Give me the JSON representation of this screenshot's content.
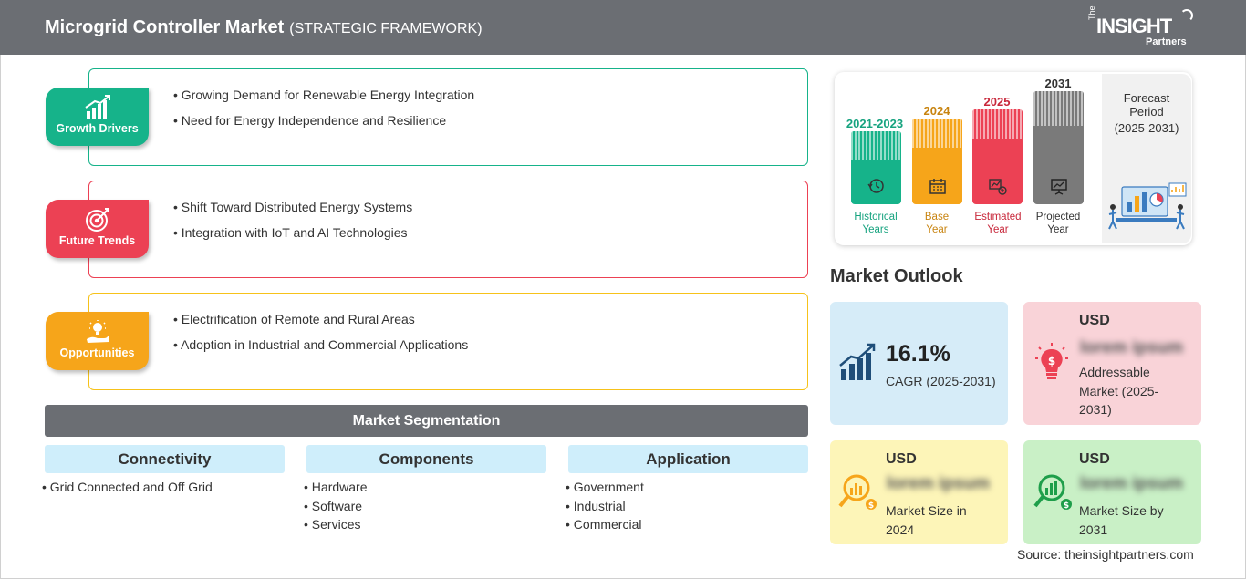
{
  "header": {
    "title": "Microgrid Controller Market",
    "subtitle": "(STRATEGIC FRAMEWORK)",
    "logo": {
      "the": "The",
      "insight": "INSIGHT",
      "partners": "Partners"
    }
  },
  "framework": {
    "growth_drivers": {
      "label": "Growth Drivers",
      "color": "#16b38a",
      "items": [
        "Growing Demand for Renewable Energy Integration",
        "Need for Energy Independence and Resilience"
      ]
    },
    "future_trends": {
      "label": "Future Trends",
      "color": "#ec4154",
      "items": [
        "Shift Toward Distributed Energy Systems",
        "Integration with IoT and AI Technologies"
      ]
    },
    "opportunities": {
      "label": "Opportunities",
      "color": "#f6a51a",
      "items": [
        "Electrification of Remote and Rural Areas",
        "Adoption in Industrial and Commercial Applications"
      ]
    }
  },
  "segmentation": {
    "title": "Market Segmentation",
    "columns": [
      {
        "head": "Connectivity",
        "items": [
          "Grid Connected and Off Grid"
        ]
      },
      {
        "head": "Components",
        "items": [
          "Hardware",
          "Software",
          "Services"
        ]
      },
      {
        "head": "Application",
        "items": [
          "Government",
          "Industrial",
          "Commercial"
        ]
      }
    ]
  },
  "timeline": {
    "periods": [
      {
        "year": "2021-2023",
        "caption": [
          "Historical",
          "Years"
        ],
        "color": "#16b38a",
        "icon": "history-icon"
      },
      {
        "year": "2024",
        "caption": [
          "Base",
          "Year"
        ],
        "color": "#f6a51a",
        "icon": "calendar-icon"
      },
      {
        "year": "2025",
        "caption": [
          "Estimated",
          "Year"
        ],
        "color": "#ec4154",
        "icon": "estimate-chart-icon"
      },
      {
        "year": "2031",
        "caption": [
          "Projected",
          "Year"
        ],
        "color": "#7a7a7a",
        "icon": "presentation-icon"
      }
    ],
    "forecast_label": [
      "Forecast",
      "Period"
    ],
    "forecast_range": "(2025-2031)"
  },
  "outlook": {
    "title": "Market Outlook",
    "cagr": {
      "value": "16.1%",
      "label": "CAGR (2025-2031)",
      "bg": "#d6ecf8"
    },
    "addressable": {
      "usd": "USD",
      "value": "lorem ipsum",
      "label": "Addressable Market (2025-2031)",
      "bg": "#f9d3d8"
    },
    "size_2024": {
      "usd": "USD",
      "value": "lorem ipsum",
      "label": "Market Size in 2024",
      "bg": "#fdf5b8"
    },
    "size_2031": {
      "usd": "USD",
      "value": "lorem ipsum",
      "label": "Market Size by 2031",
      "bg": "#c9f0c6"
    }
  },
  "source": "Source: theinsightpartners.com"
}
